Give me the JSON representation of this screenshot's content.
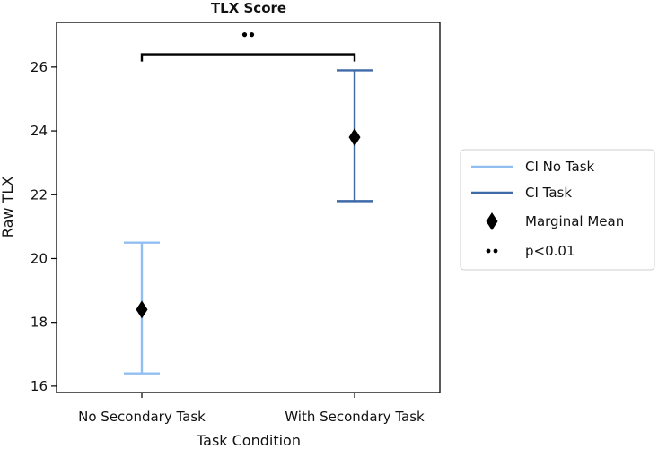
{
  "chart_data": {
    "type": "errorbar",
    "title": "TLX Score",
    "xlabel": "Task Condition",
    "ylabel": "Raw TLX",
    "categories": [
      "No Secondary Task",
      "With Secondary Task"
    ],
    "ylim": [
      15.8,
      27.4
    ],
    "yticks": [
      16,
      18,
      20,
      22,
      24,
      26
    ],
    "grid": false,
    "series": [
      {
        "name": "CI No Task",
        "category": "No Secondary Task",
        "lower": 16.4,
        "upper": 20.5,
        "color": "#92bff2"
      },
      {
        "name": "CI Task",
        "category": "With Secondary Task",
        "lower": 21.8,
        "upper": 25.9,
        "color": "#3f6aa8"
      }
    ],
    "means": {
      "name": "Marginal Mean",
      "values": [
        18.4,
        23.8
      ],
      "color": "#000000"
    },
    "significance": {
      "label": "**",
      "legend": "p<0.01",
      "y": 26.4,
      "from": 0,
      "to": 1
    },
    "legend_position": "right"
  }
}
